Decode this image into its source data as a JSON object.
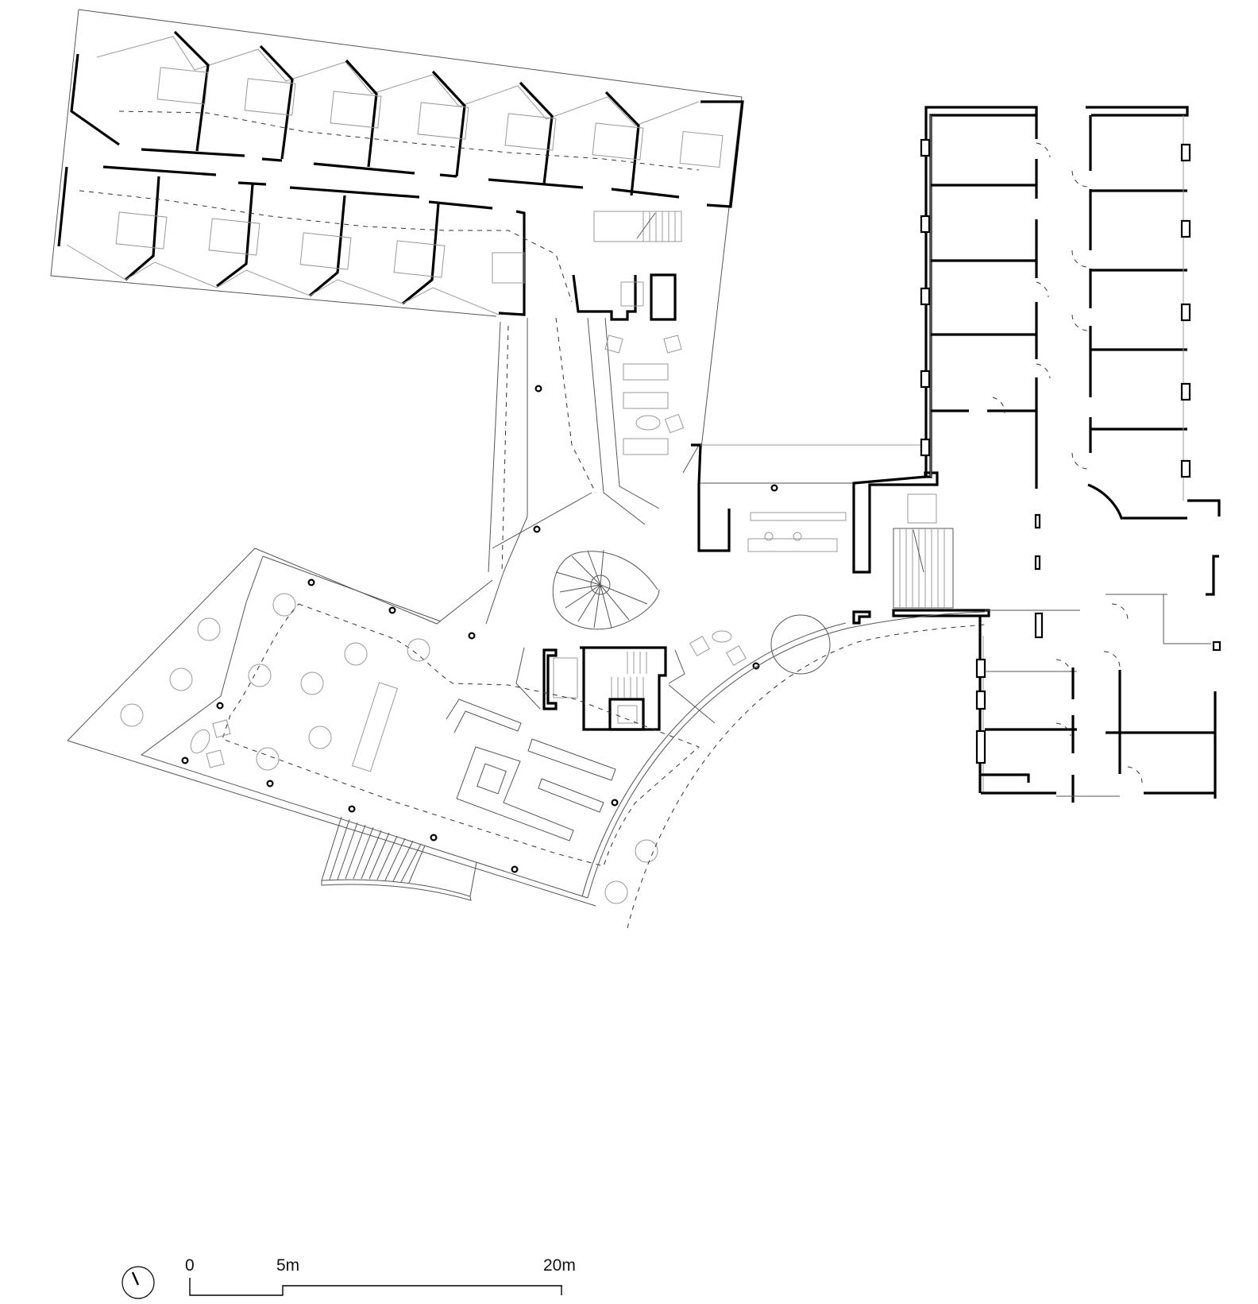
{
  "drawing": {
    "type": "architectural floor plan",
    "line_color": "#000000",
    "background": "#ffffff"
  },
  "scale_bar": {
    "labels": [
      "0",
      "5m",
      "20m"
    ]
  },
  "north_arrow": {
    "icon": "north-arrow-icon"
  },
  "zones": [
    {
      "id": "north-wing",
      "description": "guest room wing with angled facade"
    },
    {
      "id": "lounge",
      "description": "lounge with sofas and armchairs"
    },
    {
      "id": "spiral-stair",
      "description": "spiral staircase"
    },
    {
      "id": "core",
      "description": "stair and lift core"
    },
    {
      "id": "dining-hall",
      "description": "dining hall with round tables and long table"
    },
    {
      "id": "bar-counter",
      "description": "bar / serving counter"
    },
    {
      "id": "terrace",
      "description": "curved exterior terrace"
    },
    {
      "id": "east-wing",
      "description": "existing building with room rows and corridor"
    },
    {
      "id": "entrance-stair",
      "description": "exterior entrance steps"
    },
    {
      "id": "round-tower",
      "description": "circular room"
    }
  ]
}
